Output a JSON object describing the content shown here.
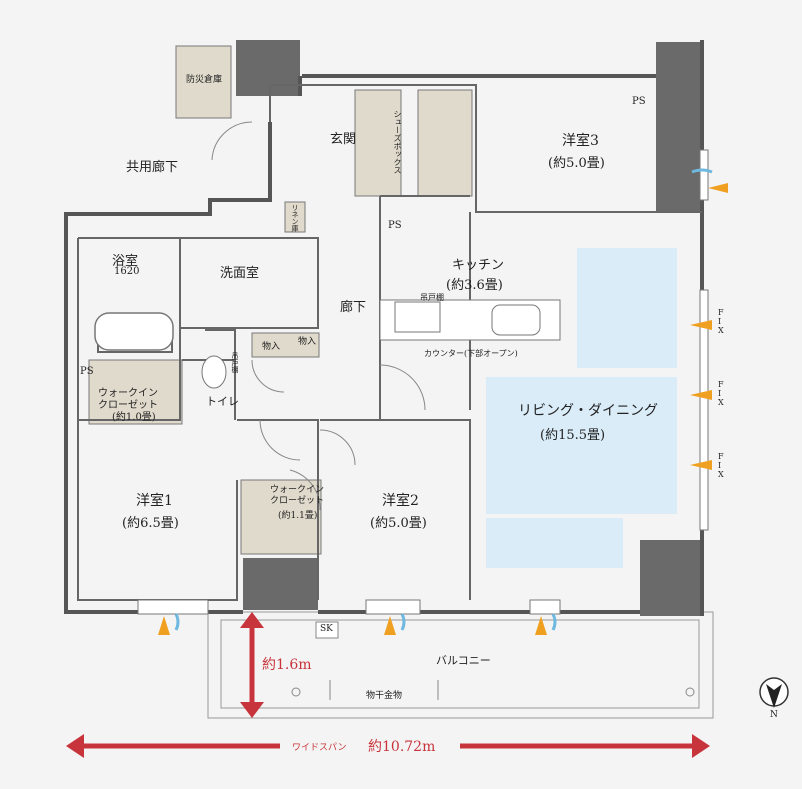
{
  "rooms": {
    "bosai": "防災倉庫",
    "corridor_common": "共用廊下",
    "entrance": "玄関",
    "shoebox": "シューズボックス",
    "linen": "リネン庫",
    "bath": "浴室",
    "bath_size": "1620",
    "washroom": "洗面室",
    "hallway": "廊下",
    "kitchen": "キッチン",
    "kitchen_size": "(約3.6畳)",
    "tsuri": "吊戸棚",
    "counter": "カウンター(下部オープン)",
    "ps": "PS",
    "wic1_line1": "ウォークイン",
    "wic1_line2": "クローゼット",
    "wic1_size": "(約1.0畳)",
    "toilet": "トイレ",
    "storage1": "物入",
    "storage2": "物入",
    "tsuri_toilet": "吊戸棚",
    "western1": "洋室1",
    "western1_size": "(約6.5畳)",
    "wic2_line1": "ウォークイン",
    "wic2_line2": "クローゼット",
    "wic2_size": "(約1.1畳)",
    "western2": "洋室2",
    "western2_size": "(約5.0畳)",
    "western3": "洋室3",
    "western3_size": "(約5.0畳)",
    "living": "リビング・ダイニング",
    "living_size": "(約15.5畳)",
    "balcony": "バルコニー",
    "laundry": "物干金物",
    "sk": "SK",
    "fix": "FIX"
  },
  "dimensions": {
    "balcony_depth": "約1.6m",
    "wide_span_prefix": "ワイドスパン",
    "wide_span_value": "約10.72m"
  },
  "compass": {
    "label": "N"
  },
  "colors": {
    "wall": "#5a5a5a",
    "storage": "#e0dacc",
    "living_area": "#d9ecf8",
    "dimension": "#c8343b",
    "wind_orange": "#f0a020",
    "wind_blue": "#6fb8e0"
  }
}
